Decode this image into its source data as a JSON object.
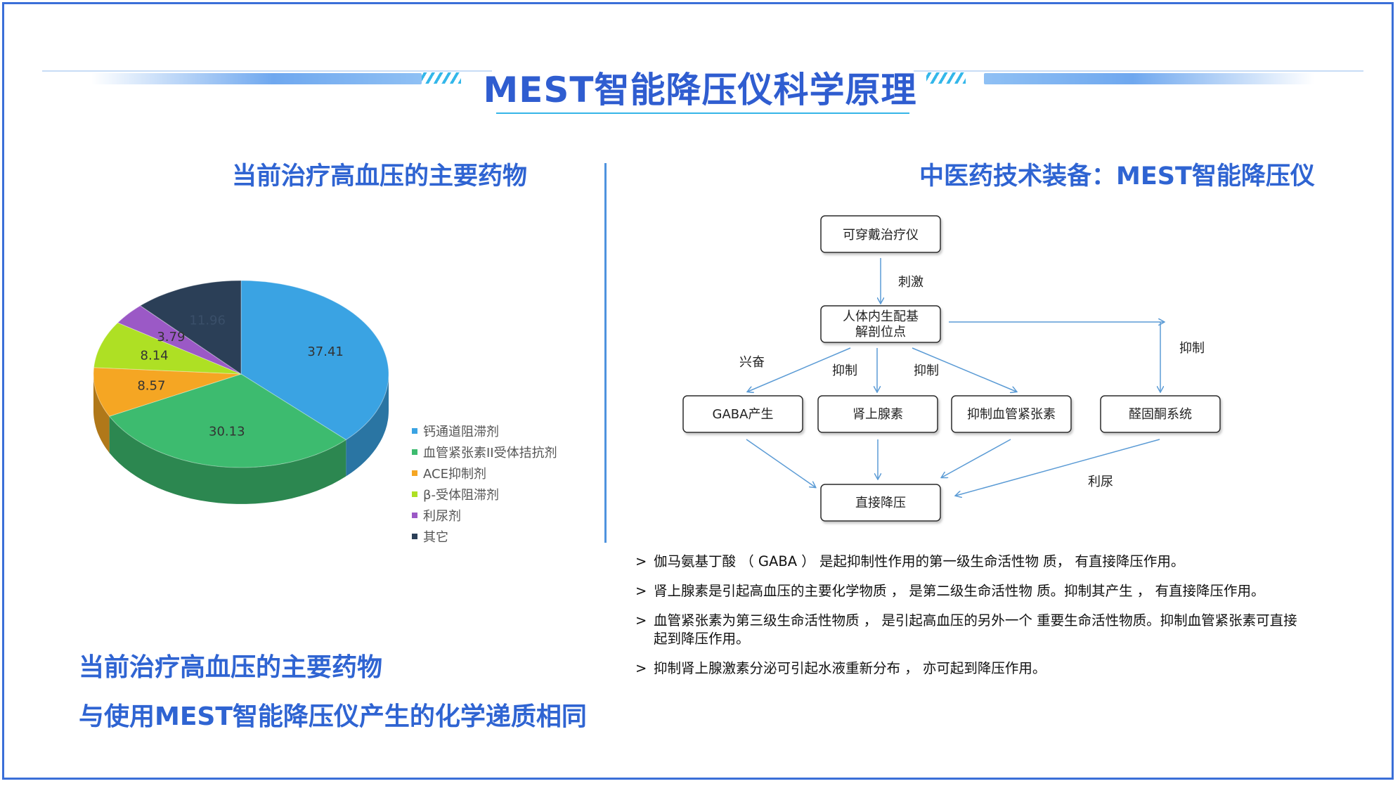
{
  "header": {
    "title": "MEST智能降压仪科学原理"
  },
  "left": {
    "section_title": "当前治疗高血压的主要药物"
  },
  "right": {
    "section_title": "中医药技术装备：MEST智能降压仪"
  },
  "chart_data": {
    "type": "pie",
    "title": "",
    "categories": [
      "钙通道阻滞剂",
      "血管紧张素II受体拮抗剂",
      "ACE抑制剂",
      "β-受体阻滞剂",
      "利尿剂",
      "其它"
    ],
    "values": [
      37.41,
      30.13,
      8.57,
      8.14,
      3.79,
      11.96
    ],
    "data_labels": [
      "37.41",
      "30.13",
      "8.57",
      "8.14",
      "3.79",
      "11.96"
    ],
    "colors": [
      "#3aa3e3",
      "#3dbb6f",
      "#f5a623",
      "#aee024",
      "#9b59c6",
      "#2b3f57"
    ],
    "legend_position": "right"
  },
  "flow": {
    "nodes": {
      "wearable": "可穿戴治疗仪",
      "acupoint_line1": "人体内生配基",
      "acupoint_line2": "解剖位点",
      "gaba": "GABA产生",
      "adrenaline": "肾上腺素",
      "inhibit_angiotensin": "抑制血管紧张素",
      "aldosterone": "醛固酮系统",
      "direct": "直接降压"
    },
    "edge_labels": {
      "stimulate": "刺激",
      "excite": "兴奋",
      "inhibit1": "抑制",
      "inhibit2": "抑制",
      "inhibit3": "抑制",
      "diuresis": "利尿"
    }
  },
  "bullets": [
    {
      "marker": ">",
      "text": "伽马氨基丁酸 （ GABA ） 是起抑制性作用的第一级生命活性物  质， 有直接降压作用。"
    },
    {
      "marker": ">",
      "text": "肾上腺素是引起高血压的主要化学物质 ， 是第二级生命活性物  质。抑制其产生 ， 有直接降压作用。"
    },
    {
      "marker": ">",
      "text": "血管紧张素为第三级生命活性物质 ， 是引起高血压的另外一个   重要生命活性物质。抑制血管紧张素可直接起到降压作用。"
    },
    {
      "marker": ">",
      "text": "抑制肾上腺激素分泌可引起水液重新分布 ， 亦可起到降压作用。"
    }
  ],
  "bottom": {
    "line1": "当前治疗高血压的主要药物",
    "line2": "与使用MEST智能降压仪产生的化学递质相同"
  }
}
